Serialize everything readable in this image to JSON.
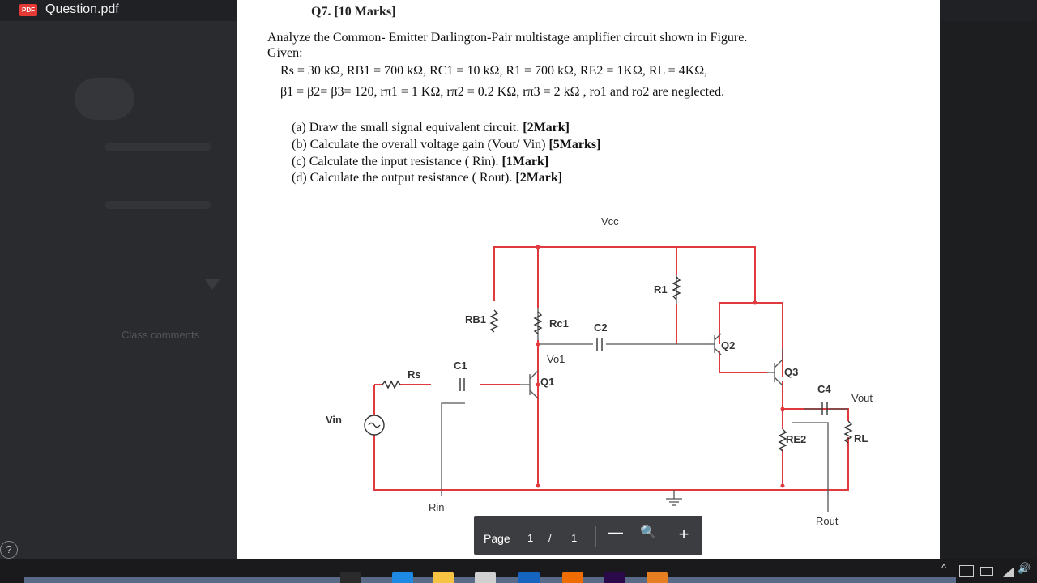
{
  "viewer": {
    "badge": "PDF",
    "doc_title": "Question.pdf",
    "class_comments": "Class comments",
    "help": "?"
  },
  "question": {
    "title": "Q7. [10 Marks]",
    "intro": "Analyze the Common- Emitter Darlington-Pair multistage amplifier circuit shown in Figure.",
    "given_label": "Given:",
    "given_line1": "Rs = 30 kΩ, RB1 = 700 kΩ, RC1 = 10 kΩ, R1 = 700 kΩ, RE2 = 1KΩ, RL = 4KΩ,",
    "given_line2": "β1 = β2= β3= 120, rπ1 = 1 KΩ, rπ2 = 0.2 KΩ, rπ3 = 2 kΩ , ro1 and ro2 are neglected.",
    "parts": [
      {
        "text": "(a) Draw the small signal equivalent circuit. ",
        "marks": "[2Mark]"
      },
      {
        "text": "(b) Calculate the overall voltage gain (Vout/ Vin) ",
        "marks": "[5Marks]"
      },
      {
        "text": "(c) Calculate the input resistance ( Rin). ",
        "marks": "[1Mark]"
      },
      {
        "text": "(d) Calculate the output  resistance ( Rout). ",
        "marks": "[2Mark]"
      }
    ]
  },
  "circuit": {
    "vcc": "Vcc",
    "r1": "R1",
    "rb1": "RB1",
    "rc1": "Rc1",
    "c2": "C2",
    "q2": "Q2",
    "vo1": "Vo1",
    "c1": "C1",
    "rs": "Rs",
    "q1": "Q1",
    "q3": "Q3",
    "c4": "C4",
    "vout": "Vout",
    "vin": "Vin",
    "re2": "RE2",
    "rl": "RL",
    "rin": "Rin",
    "rout": "Rout",
    "wire_color": "#e0393e"
  },
  "toolbar": {
    "page_label": "Page",
    "current_page": "1",
    "separator": "/",
    "total_pages": "1",
    "zoom_out": "—",
    "zoom_icon": "🔍",
    "zoom_in": "+"
  },
  "taskbar": {
    "tray_chevron": "^",
    "speaker": "🔊"
  }
}
